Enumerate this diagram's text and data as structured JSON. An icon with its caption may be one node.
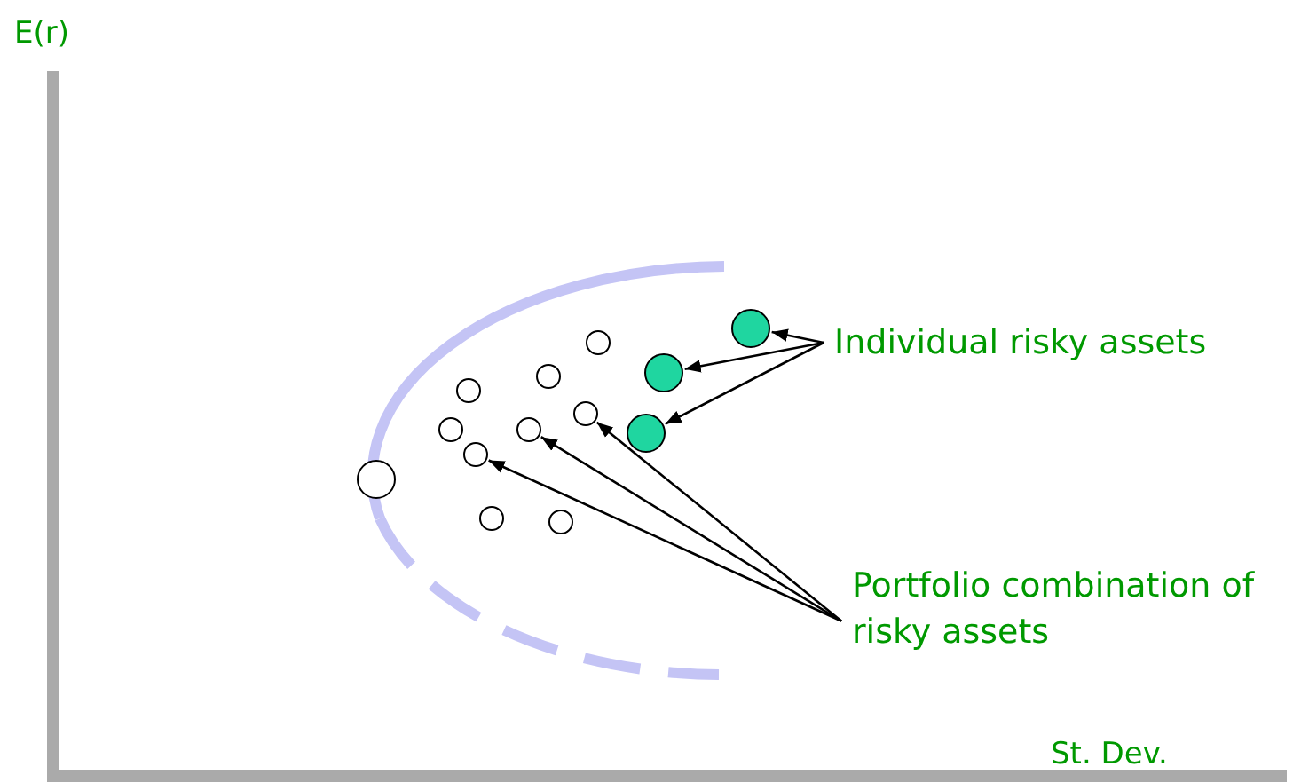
{
  "diagram": {
    "nodes": [
      {
        "text": [],
        "shape": "circle"
      },
      {
        "text": [],
        "shape": "circle"
      },
      {
        "text": [],
        "shape": "circle"
      },
      {
        "text": [],
        "shape": "circle"
      },
      {
        "text": [],
        "shape": "circle"
      },
      {
        "text": [],
        "shape": "circle"
      },
      {
        "text": [],
        "shape": "circle"
      },
      {
        "text": [],
        "shape": "circle"
      },
      {
        "text": [],
        "shape": "circle"
      },
      {
        "text": [],
        "shape": "circle"
      },
      {
        "text": [],
        "shape": "circle"
      },
      {
        "text": [],
        "shape": "circle"
      },
      {
        "text": [],
        "shape": "circle"
      },
      {
        "text": [
          "Individual risky assets"
        ]
      },
      {
        "text": [
          "Portfolio combination of risky assets"
        ]
      }
    ],
    "edges": [
      {
        "from": 13,
        "to": 12,
        "arrow": "to"
      },
      {
        "from": 13,
        "to": 11,
        "arrow": "to"
      },
      {
        "from": 13,
        "to": 10,
        "arrow": "to"
      },
      {
        "from": 14,
        "to": 8,
        "arrow": "to"
      },
      {
        "from": 14,
        "to": 5,
        "arrow": "to"
      },
      {
        "from": 14,
        "to": 3,
        "arrow": "to"
      }
    ],
    "labels": [
      "E(r)",
      "St. Dev."
    ]
  }
}
